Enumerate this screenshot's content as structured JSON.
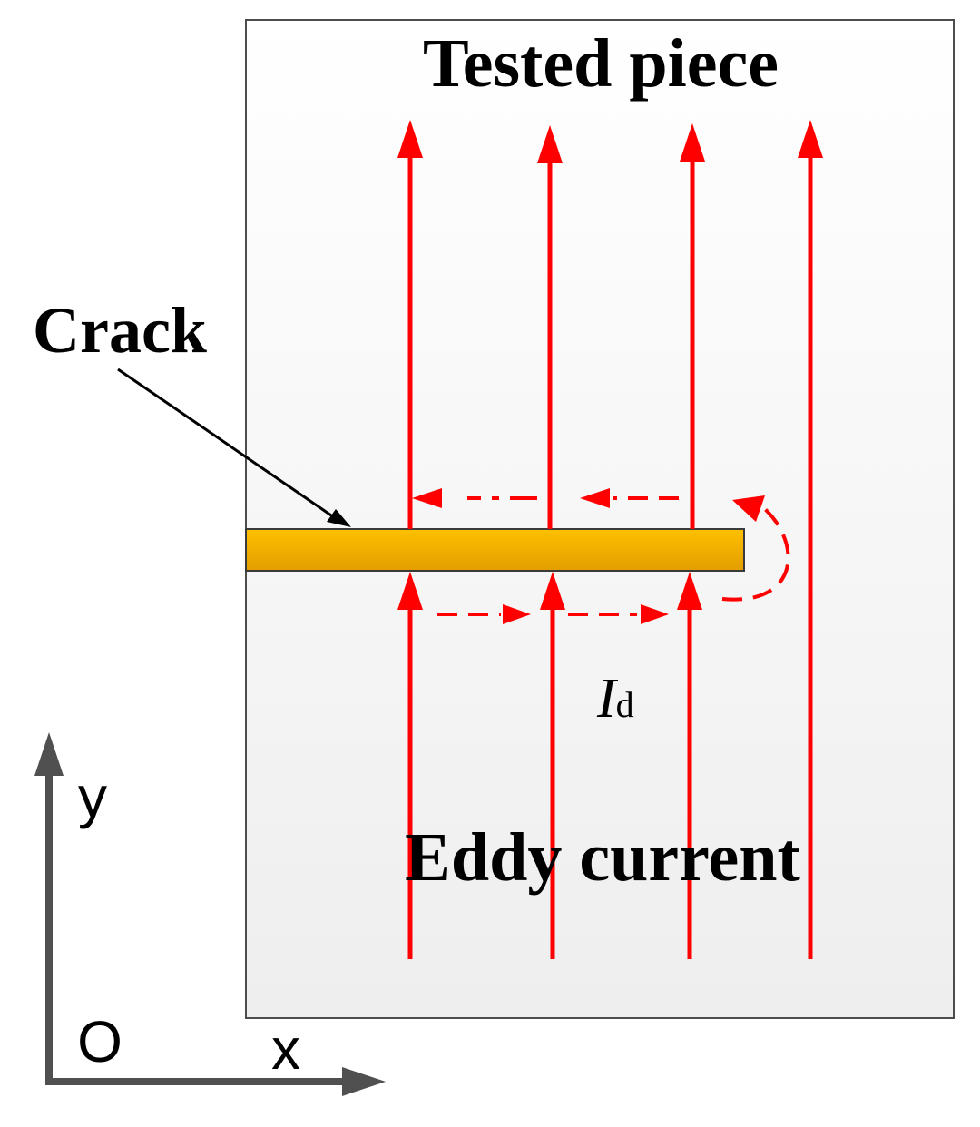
{
  "diagram": {
    "title": "Tested piece",
    "crack_label": "Crack",
    "current_label": "Eddy current",
    "disturbed_current_symbol": "I",
    "disturbed_current_subscript": "d",
    "axis_y_label": "y",
    "axis_x_label": "x",
    "origin_label": "O"
  },
  "colors": {
    "current_line": "#ff0000",
    "crack_fill_top": "#ffc000",
    "crack_fill_bottom": "#e09a00",
    "piece_border": "#4d4d4d",
    "axis": "#505050"
  }
}
